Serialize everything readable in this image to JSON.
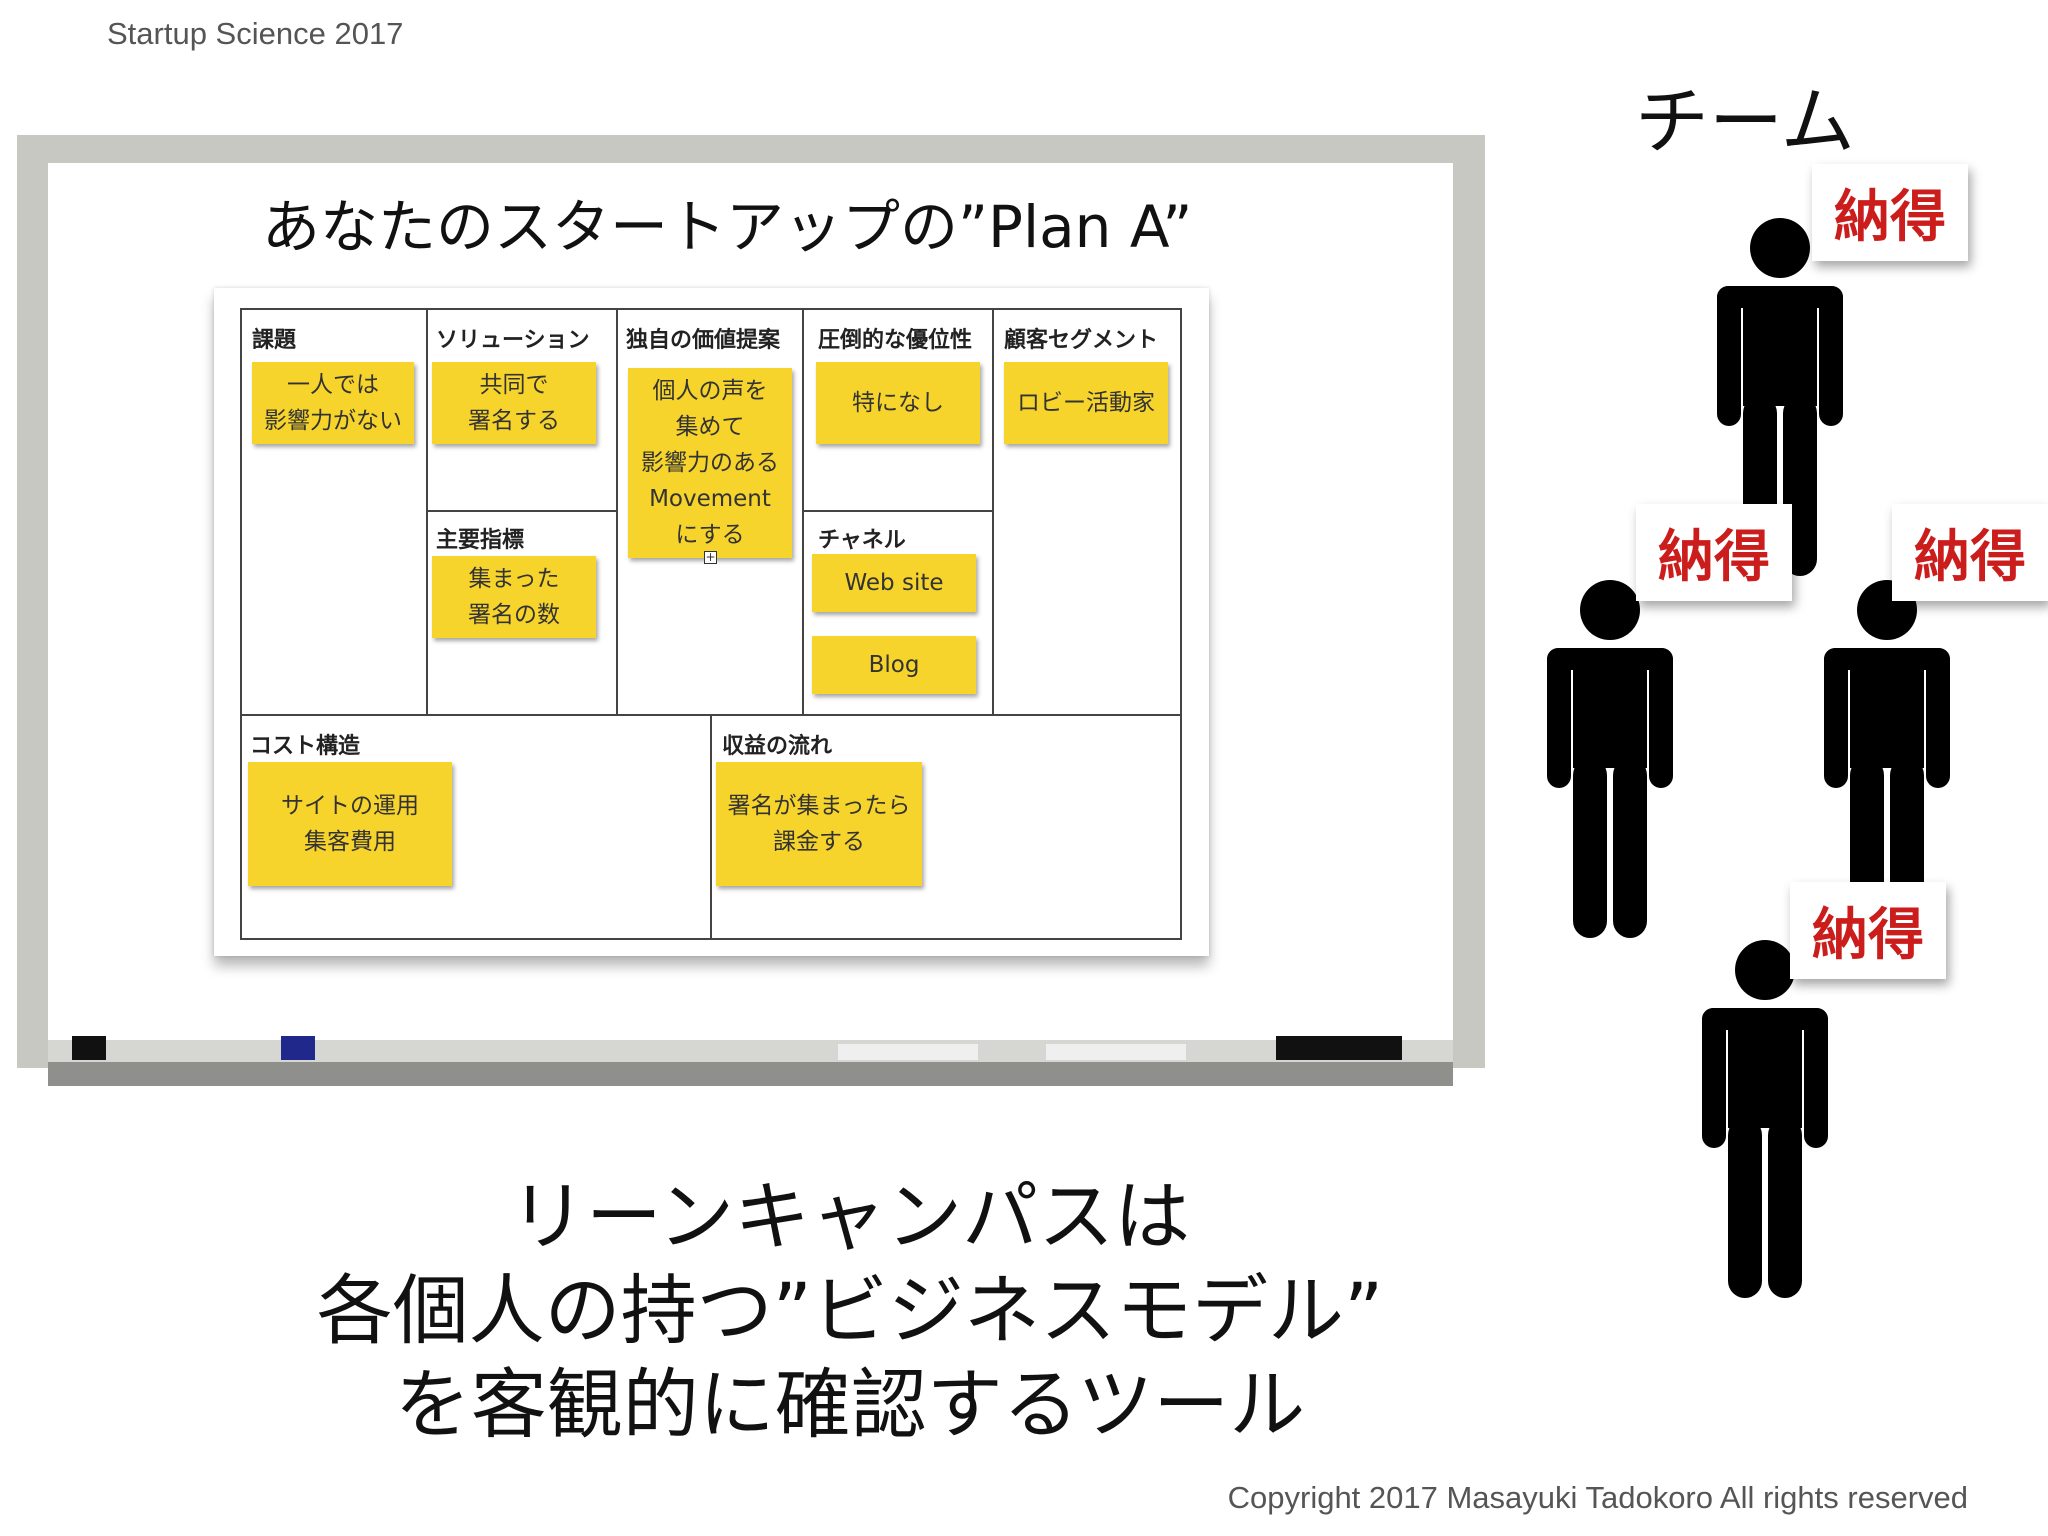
{
  "header": {
    "label": "Startup Science 2017"
  },
  "board": {
    "title": "あなたのスタートアップの”Plan A”",
    "cells": {
      "problem": {
        "title": "課題",
        "notes": [
          "一人では\n影響力がない"
        ]
      },
      "solution": {
        "title": "ソリューション",
        "notes": [
          "共同で\n署名する"
        ]
      },
      "key_metrics": {
        "title": "主要指標",
        "notes": [
          "集まった\n署名の数"
        ]
      },
      "uvp": {
        "title": "独自の価値提案",
        "notes": [
          "個人の声を\n集めて\n影響力のある\nMovement\nにする"
        ]
      },
      "advantage": {
        "title": "圧倒的な優位性",
        "notes": [
          "特になし"
        ]
      },
      "channels": {
        "title": "チャネル",
        "notes": [
          "Web site",
          "Blog"
        ]
      },
      "segments": {
        "title": "顧客セグメント",
        "notes": [
          "ロビー活動家"
        ]
      },
      "cost": {
        "title": "コスト構造",
        "notes": [
          "サイトの運用\n集客費用"
        ]
      },
      "revenue": {
        "title": "収益の流れ",
        "notes": [
          "署名が集まったら\n課金する"
        ]
      }
    }
  },
  "caption": "リーンキャンパスは\n各個人の持つ”ビジネスモデル”\nを客観的に確認するツール",
  "team": {
    "title": "チーム",
    "tag_label": "納得"
  },
  "footer": "Copyright 2017 Masayuki Tadokoro All rights reserved",
  "colors": {
    "sticky": "#f7d42c",
    "tag_text": "#cc1d1d",
    "whiteboard_frame": "#c7c8c2"
  }
}
